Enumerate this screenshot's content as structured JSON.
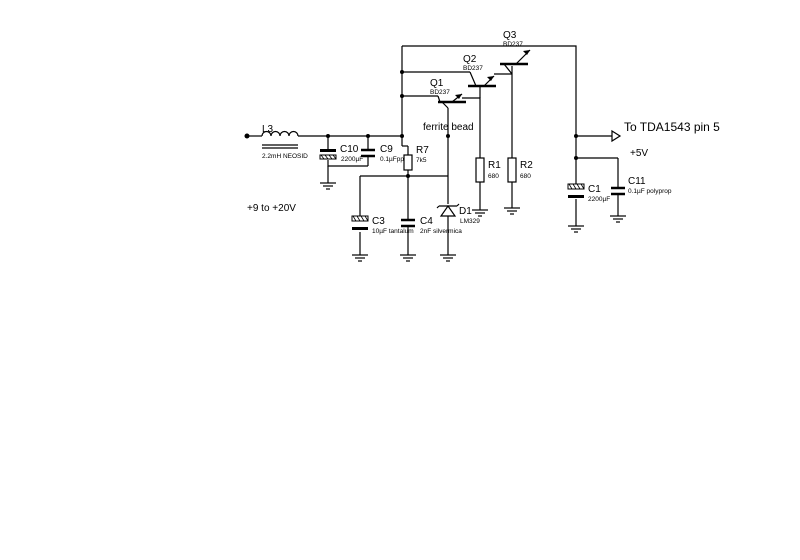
{
  "labels": {
    "input_voltage": "+9 to +20V",
    "output_dest": "To TDA1543 pin 5",
    "output_voltage": "+5V",
    "ferrite": "ferrite bead"
  },
  "components": {
    "L3": {
      "ref": "L3",
      "value": "2.2mH NEOSID"
    },
    "C10": {
      "ref": "C10",
      "value": "2200µF"
    },
    "C9": {
      "ref": "C9",
      "value": "0.1µFpp"
    },
    "R7": {
      "ref": "R7",
      "value": "7k5"
    },
    "C3": {
      "ref": "C3",
      "value": "10µF tantalum"
    },
    "C4": {
      "ref": "C4",
      "value": "2nF silvermica"
    },
    "D1": {
      "ref": "D1",
      "value": "LM329"
    },
    "Q1": {
      "ref": "Q1",
      "value": "BD237"
    },
    "Q2": {
      "ref": "Q2",
      "value": "BD237"
    },
    "Q3": {
      "ref": "Q3",
      "value": "BD237"
    },
    "R1": {
      "ref": "R1",
      "value": "680"
    },
    "R2": {
      "ref": "R2",
      "value": "680"
    },
    "C1": {
      "ref": "C1",
      "value": "2200µF"
    },
    "C11": {
      "ref": "C11",
      "value": "0.1µF polyprop"
    }
  }
}
